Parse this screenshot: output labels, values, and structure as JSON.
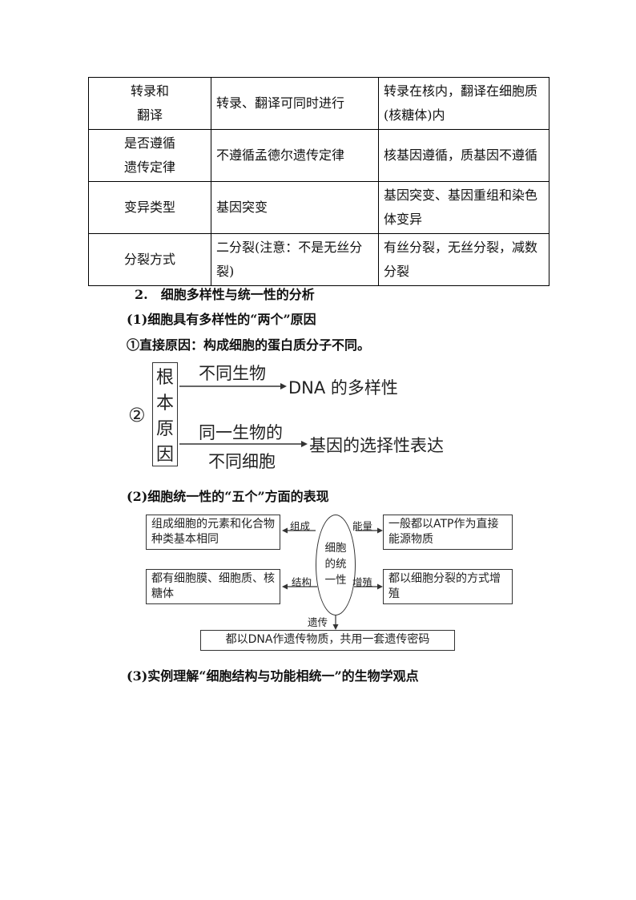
{
  "table": {
    "rows": [
      {
        "c1": "转录和\n翻译",
        "c2": "转录、翻译可同时进行",
        "c3": "转录在核内，翻译在细胞质(核糖体)内"
      },
      {
        "c1": "是否遵循\n遗传定律",
        "c2": "不遵循孟德尔遗传定律",
        "c3": "核基因遵循，质基因不遵循"
      },
      {
        "c1": "变异类型",
        "c2": "基因突变",
        "c3": "基因突变、基因重组和染色体变异"
      },
      {
        "c1": "分裂方式",
        "c2": "二分裂(注意：不是无丝分裂)",
        "c3": "有丝分裂，无丝分裂，减数分裂"
      }
    ]
  },
  "section2": {
    "heading": "2.　细胞多样性与统一性的分析",
    "sub1": "(1)细胞具有多样性的“两个”原因",
    "item1": "①直接原因：构成细胞的蛋白质分子不同。",
    "sub2": "(2)细胞统一性的“五个”方面的表现",
    "sub3": "(3)实例理解“细胞结构与功能相统一”的生物学观点"
  },
  "figure1": {
    "marker": "②",
    "root_chars": [
      "根",
      "本",
      "原",
      "因"
    ],
    "arrow1_label": "不同生物",
    "arrow1_target": "DNA 的多样性",
    "arrow2_label_top": "同一生物的",
    "arrow2_label_bottom": "不同细胞",
    "arrow2_target": "基因的选择性表达"
  },
  "figure2": {
    "center": "细胞\n的统\n一性",
    "box_tl": "组成细胞的元素和化合物种类基本相同",
    "box_tr": "一般都以ATP作为直接能源物质",
    "box_ml": "都有细胞膜、细胞质、核糖体",
    "box_mr": "都以细胞分裂的方式增殖",
    "box_bottom": "都以DNA作遗传物质，共用一套遗传密码",
    "label_composition": "组成",
    "label_energy": "能量",
    "label_structure": "结构",
    "label_proliferation": "增殖",
    "label_heredity": "遗传"
  }
}
